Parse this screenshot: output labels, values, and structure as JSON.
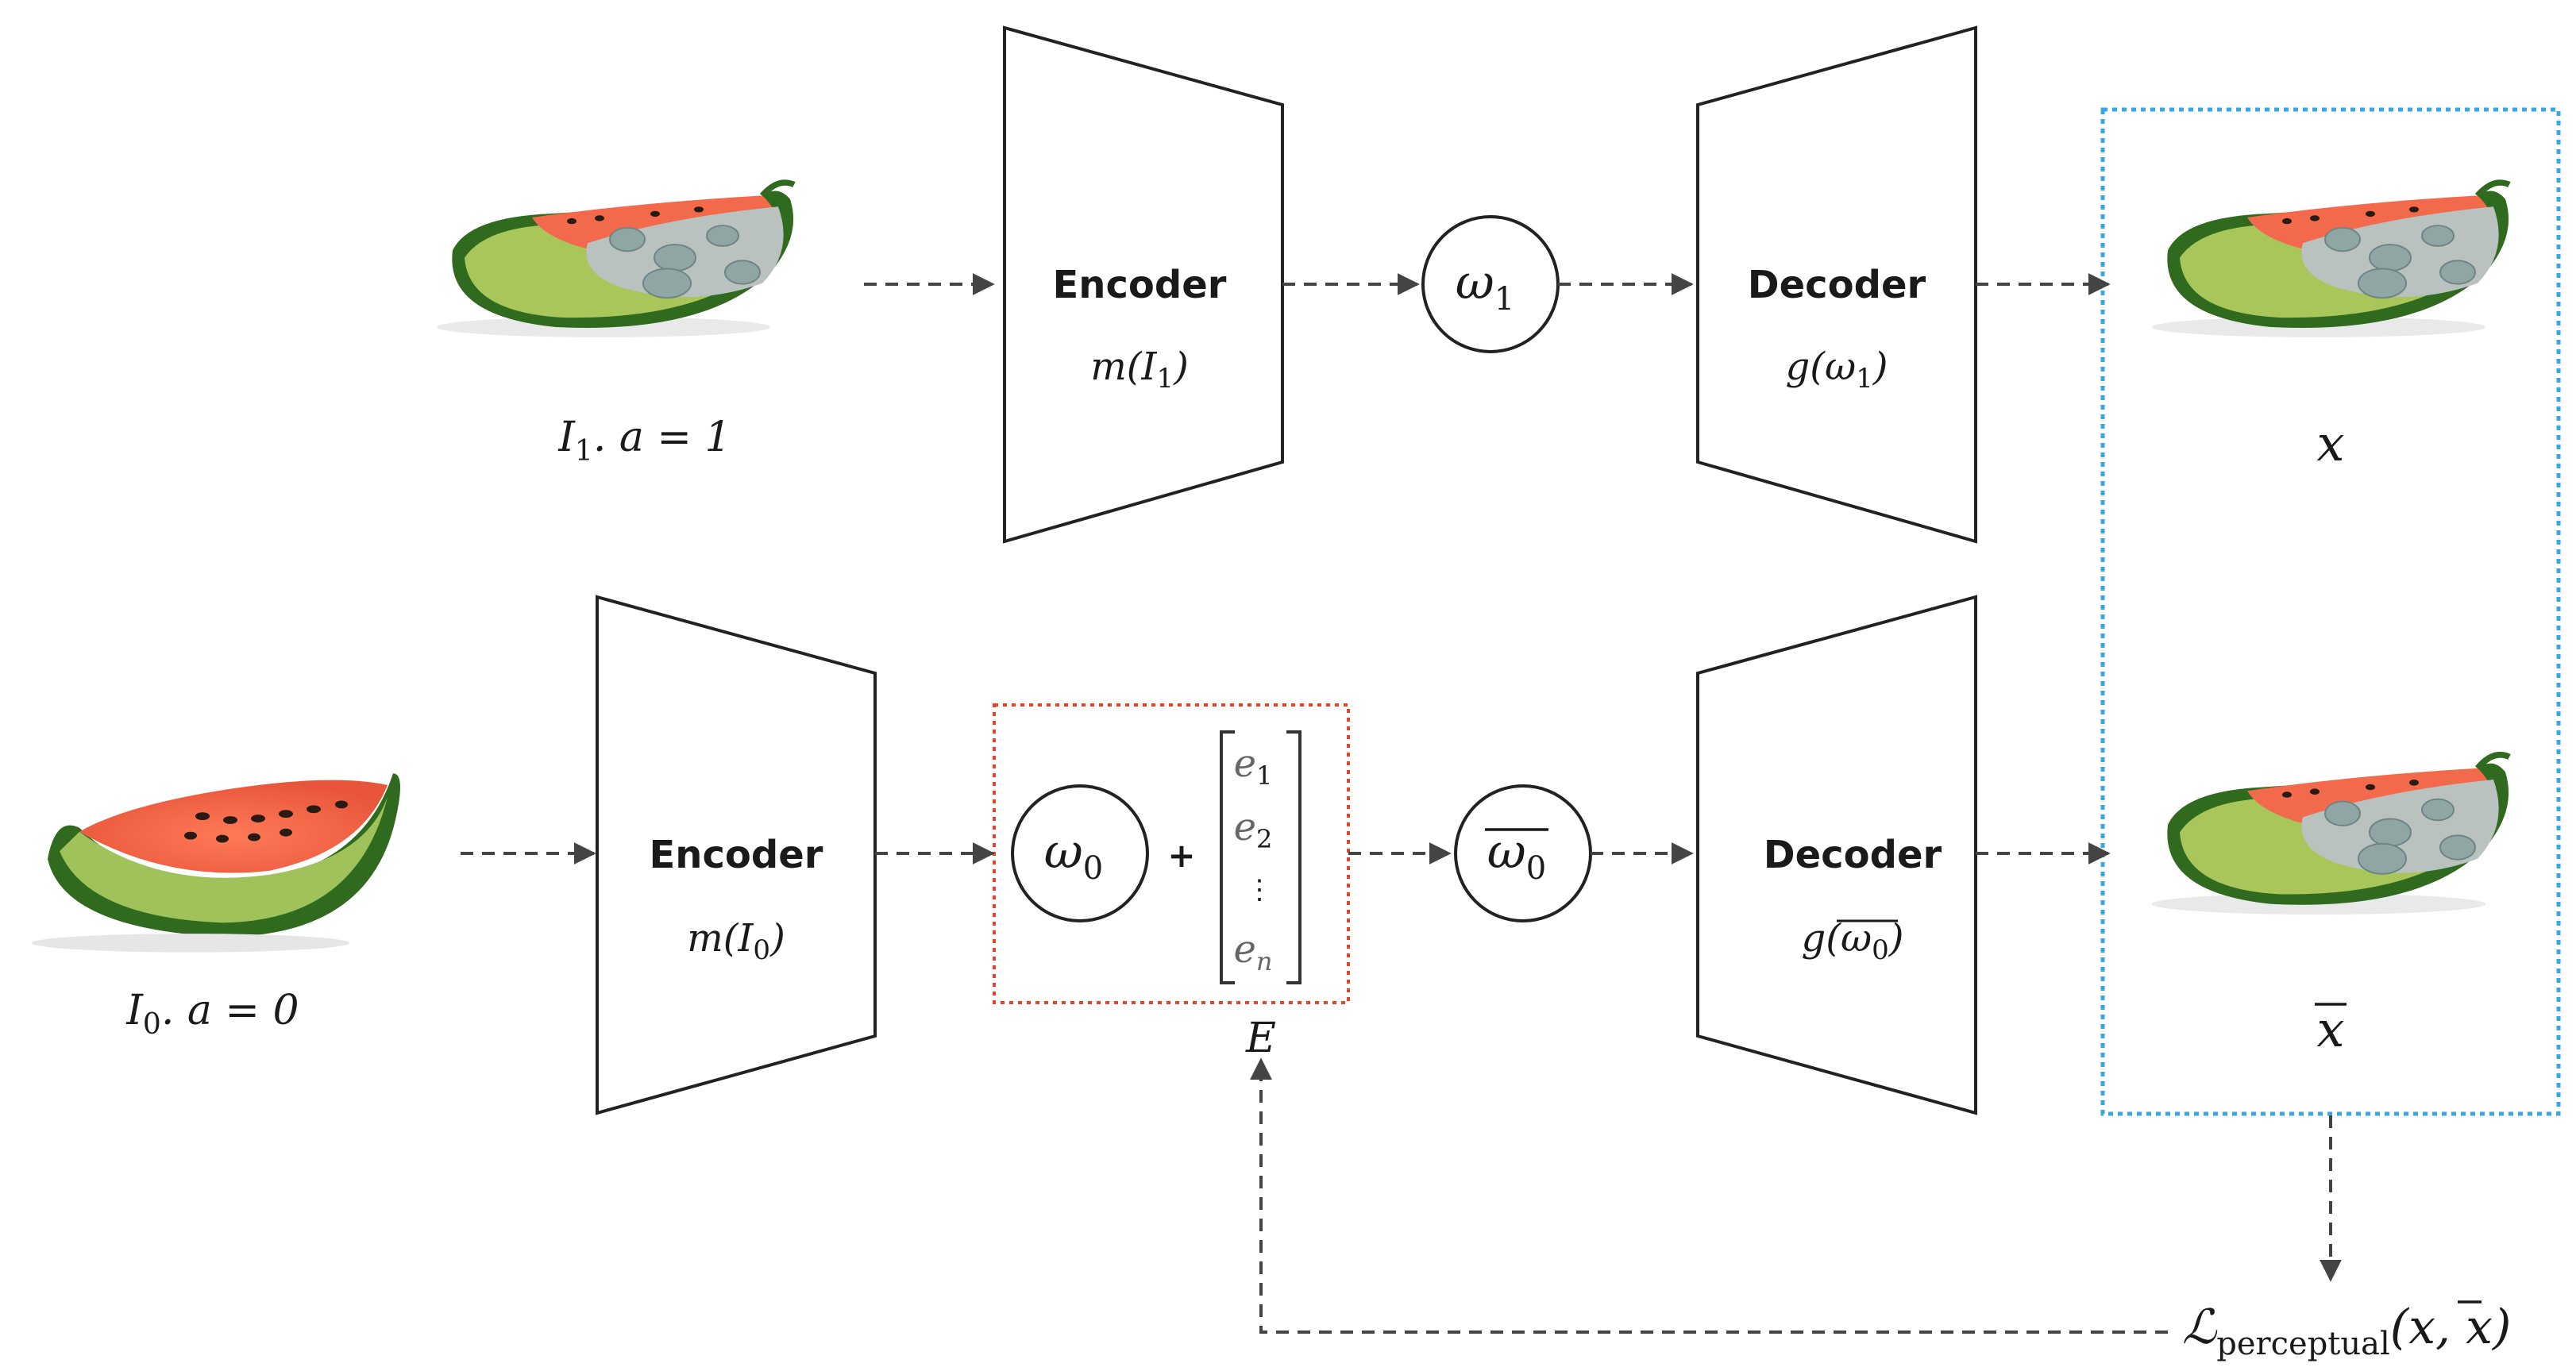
{
  "colors": {
    "edit_region_border": "#e8432a",
    "output_region_border": "#3aa8e0",
    "watermelon_rind_dark": "#2f6a1f",
    "watermelon_rind_light": "#a8c65a",
    "watermelon_flesh": "#f26a4b",
    "mold_gray": "#b9c2bf"
  },
  "icons": {
    "fresh_watermelon": "fresh-watermelon-photo",
    "moldy_watermelon": "moldy-watermelon-photo"
  },
  "top_row": {
    "input_label": {
      "main": "I",
      "sub": "1",
      "rest": ". a = 1"
    },
    "encoder": {
      "title": "Encoder",
      "func": "m(",
      "arg": "I",
      "arg_sub": "1",
      "close": ")"
    },
    "latent": {
      "symbol": "ω",
      "sub": "1"
    },
    "decoder": {
      "title": "Decoder",
      "func": "g(",
      "arg": "ω",
      "arg_sub": "1",
      "close": ")"
    },
    "output_label": "x"
  },
  "bottom_row": {
    "input_label": {
      "main": "I",
      "sub": "0",
      "rest": ". a = 0"
    },
    "encoder": {
      "title": "Encoder",
      "func": "m(",
      "arg": "I",
      "arg_sub": "0",
      "close": ")"
    },
    "latent": {
      "symbol": "ω",
      "sub": "0"
    },
    "plus": "+",
    "edit_vector": {
      "e1": "e",
      "e1_sub": "1",
      "e2": "e",
      "e2_sub": "2",
      "dots": "⋮",
      "en": "e",
      "en_sub": "n"
    },
    "edit_label": "E",
    "edited_latent": {
      "symbol": "ω",
      "sub": "0"
    },
    "decoder": {
      "title": "Decoder",
      "func": "g(",
      "arg": "ω",
      "arg_sub": "0",
      "close": ")"
    },
    "output_label": "x"
  },
  "loss": {
    "symbol": "ℒ",
    "sub": "perceptual",
    "args": "(x, x)"
  }
}
